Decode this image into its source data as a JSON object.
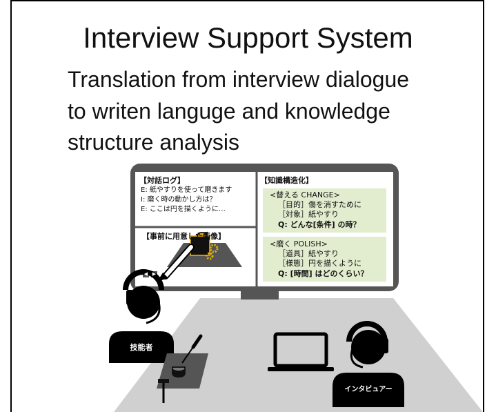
{
  "title": "Interview Support System",
  "subtitle_lines": [
    "Translation from interview dialogue",
    "to writen languge and knowledge",
    "structure analysis"
  ],
  "monitor": {
    "dialogue_log": {
      "header": "【対話ログ】",
      "lines": [
        "E: 紙やすりを使って磨きます",
        "I: 磨く時の動かし方は？",
        "E: ここは円を描くように…"
      ]
    },
    "prepared_image": {
      "header": "【事前に用意した画像】",
      "nav_prev": "◀",
      "nav_next": "▶"
    },
    "knowledge": {
      "header": "【知識構造化】",
      "cards": [
        {
          "title": "<替える CHANGE>",
          "items": [
            "［目的］傷を消すために",
            "［対象］紙やすり"
          ],
          "question": "Q: どんな[条件] の時？"
        },
        {
          "title": "<磨く POLISH>",
          "items": [
            "［道具］紙やすり",
            "［様態］円を描くように"
          ],
          "question": "Q: [時間] はどのくらい？"
        }
      ]
    }
  },
  "people": {
    "expert_label": "技能者",
    "interviewer_label": "インタビュアー"
  },
  "colors": {
    "card_bg": "#e2eccf",
    "monitor_border": "#555555",
    "floor": "#d0d0d0",
    "cube": "#f2b600"
  }
}
